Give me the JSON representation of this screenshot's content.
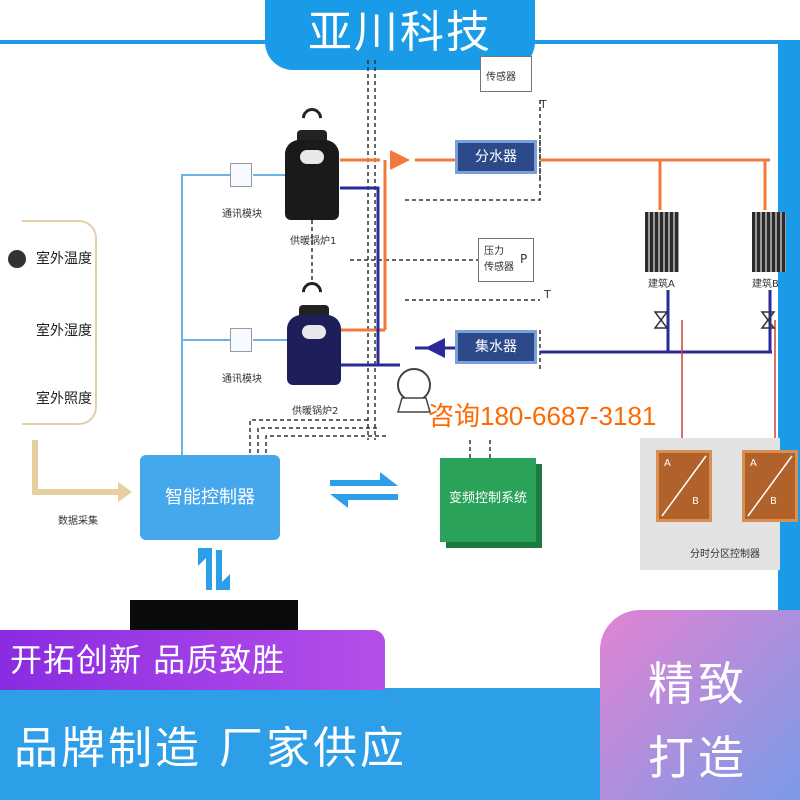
{
  "banner": {
    "brand": "亚川科技"
  },
  "outdoor": {
    "items": [
      "室外温度",
      "室外湿度",
      "室外照度"
    ],
    "data_collect": "数据采集"
  },
  "modules": {
    "comm1": "通讯模块",
    "comm2": "通讯模块",
    "boiler1": "供暖锅炉1",
    "boiler2": "供暖锅炉2"
  },
  "sensors": {
    "pressure_top": "传感器",
    "pressure_mid_line1": "压力",
    "pressure_mid_line2": "传感器",
    "p_symbol": "P",
    "t_symbol": "T"
  },
  "manifolds": {
    "supply": "分水器",
    "return": "集水器"
  },
  "buildings": [
    "建筑A",
    "建筑B"
  ],
  "controller": {
    "label": "智能控制器"
  },
  "vfd": {
    "label": "变频控制系统"
  },
  "zone": {
    "label": "分时分区控制器",
    "a": "A",
    "b": "B"
  },
  "contact": {
    "phone": "咨询180-6687-3181"
  },
  "bottom": {
    "slogan1": "开拓创新 品质致胜",
    "slogan2": "品牌制造 厂家供应",
    "badge_line1": "精致",
    "badge_line2": "打造"
  },
  "colors": {
    "primary_blue": "#1a9be8",
    "purple": "#8a2be2",
    "orange_pipe": "#f07a3a",
    "navy_pipe": "#2a2a9a",
    "phone_orange": "#ff6a00"
  }
}
